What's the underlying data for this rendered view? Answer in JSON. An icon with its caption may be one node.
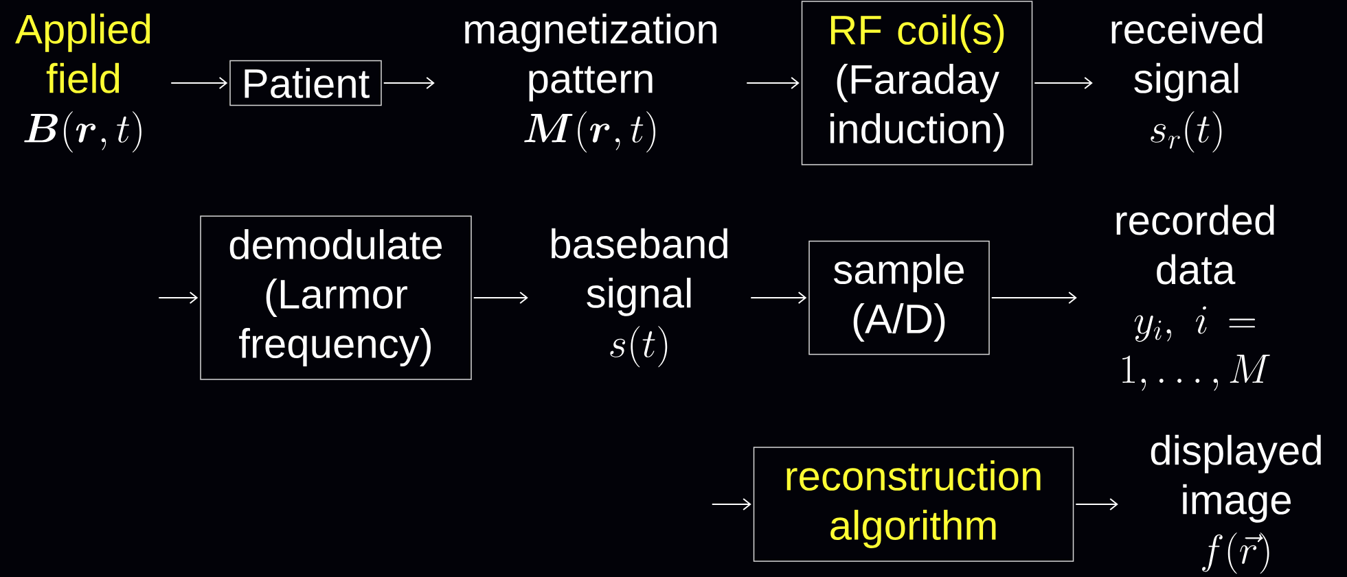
{
  "diagram": {
    "nodes": [
      {
        "text": [
          "Applied field",
          "\\bm{B}(\\bm{r},t)"
        ]
      },
      {
        "text": [
          "Patient"
        ]
      },
      {
        "text": [
          "magnetization pattern",
          "\\bm{M}(\\bm{r},t)"
        ]
      },
      {
        "text": [
          "RF coil(s)",
          "(Faraday induction)"
        ]
      },
      {
        "text": [
          "received signal",
          "s_r(t)"
        ]
      },
      {
        "text": [
          "demodulate (Larmor frequency)"
        ]
      },
      {
        "text": [
          "baseband signal",
          "s(t)"
        ]
      },
      {
        "text": [
          "sample (A/D)"
        ]
      },
      {
        "text": [
          "recorded data",
          "y_i,\\ i=1,\\ldots,M"
        ]
      },
      {
        "text": [
          "reconstruction algorithm"
        ]
      },
      {
        "text": [
          "displayed image",
          "f(\\vec{r})"
        ]
      }
    ],
    "edges": [
      {
        "from": 0,
        "to": 1,
        "arrow": "to"
      },
      {
        "from": 1,
        "to": 2,
        "arrow": "to"
      },
      {
        "from": 2,
        "to": 3,
        "arrow": "to"
      },
      {
        "from": 3,
        "to": 4,
        "arrow": "to"
      },
      {
        "from": null,
        "to": 5,
        "arrow": "to"
      },
      {
        "from": 5,
        "to": 6,
        "arrow": "to"
      },
      {
        "from": 6,
        "to": 7,
        "arrow": "to"
      },
      {
        "from": 7,
        "to": 8,
        "arrow": "to"
      },
      {
        "from": null,
        "to": 9,
        "arrow": "to"
      },
      {
        "from": 9,
        "to": 10,
        "arrow": "to"
      }
    ]
  }
}
